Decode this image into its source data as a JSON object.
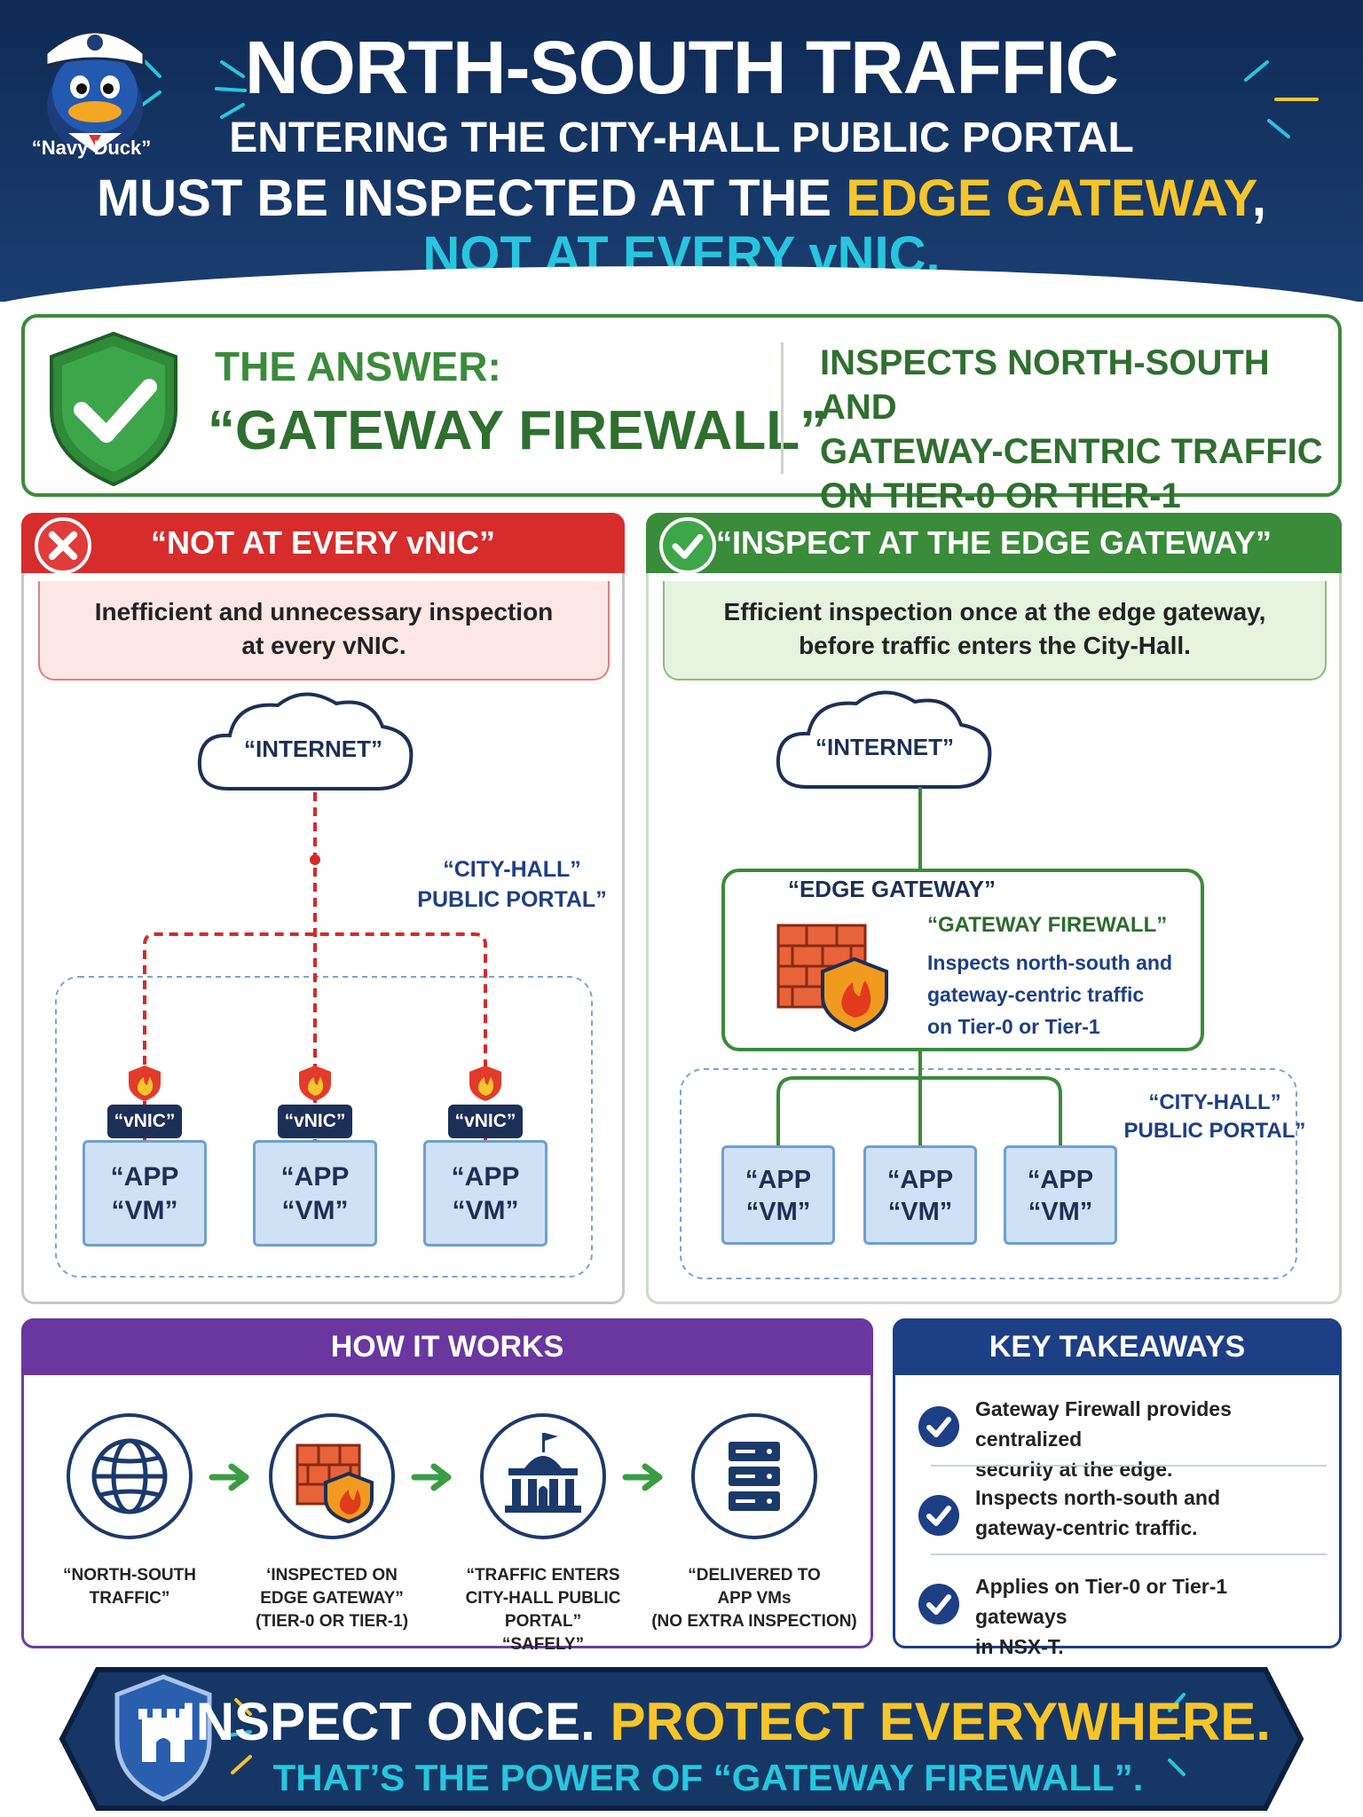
{
  "header": {
    "mascot_label": "“Navy Duck”",
    "title": "NORTH-SOUTH TRAFFIC",
    "subtitle_line1": "ENTERING THE CITY-HALL PUBLIC PORTAL",
    "subtitle_line2_a": "MUST BE INSPECTED AT THE ",
    "subtitle_line2_b": "EDGE GATEWAY",
    "subtitle_line2_c": ",",
    "subtitle_line3": "NOT AT EVERY vNIC."
  },
  "answer": {
    "kicker": "THE ANSWER:",
    "title": "“GATEWAY FIREWALL”",
    "desc_line1": "INSPECTS NORTH-SOUTH AND",
    "desc_line2": "GATEWAY-CENTRIC TRAFFIC",
    "desc_line3": "ON TIER-0 OR TIER-1"
  },
  "left_panel": {
    "heading": "“NOT AT EVERY vNIC”",
    "note_line1": "Inefficient and unnecessary inspection",
    "note_line2": "at every vNIC.",
    "internet": "“INTERNET”",
    "portal_line1": "“CITY-HALL”",
    "portal_line2": "PUBLIC PORTAL”",
    "vnic": "“vNIC”",
    "vm_line1": "“APP",
    "vm_line2": "“VM”"
  },
  "right_panel": {
    "heading": "“INSPECT AT THE EDGE GATEWAY”",
    "note_line1": "Efficient inspection once at the edge gateway,",
    "note_line2": "before traffic enters the City-Hall.",
    "internet": "“INTERNET”",
    "edge_title": "“EDGE GATEWAY”",
    "fw_title": "“GATEWAY FIREWALL”",
    "fw_line1": "Inspects north-south and",
    "fw_line2": "gateway-centric traffic",
    "fw_line3": "on Tier-0 or Tier-1",
    "portal_line1": "“CITY-HALL”",
    "portal_line2": "PUBLIC PORTAL”",
    "vm_line1": "“APP",
    "vm_line2": "“VM”"
  },
  "how": {
    "heading": "HOW IT WORKS",
    "steps": [
      {
        "icon": "globe-icon",
        "line1": "“NORTH-SOUTH",
        "line2": "TRAFFIC”",
        "line3": ""
      },
      {
        "icon": "firewall-icon",
        "line1": "‘INSPECTED ON",
        "line2": "EDGE GATEWAY”",
        "line3": "(TIER-0 OR TIER-1)"
      },
      {
        "icon": "city-hall-icon",
        "line1": "“TRAFFIC ENTERS",
        "line2": "CITY-HALL PUBLIC PORTAL”",
        "line3": "“SAFELY”"
      },
      {
        "icon": "server-icon",
        "line1": "“DELIVERED TO",
        "line2": "APP VMs",
        "line3": "(NO EXTRA INSPECTION)"
      }
    ]
  },
  "keys": {
    "heading": "KEY TAKEAWAYS",
    "items": [
      {
        "line1": "Gateway Firewall provides centralized",
        "line2": "security at the edge."
      },
      {
        "line1": "Inspects north-south and",
        "line2": "gateway-centric traffic."
      },
      {
        "line1": "Applies on Tier-0 or Tier-1 gateways",
        "line2": "in NSX-T."
      }
    ]
  },
  "footer": {
    "line1_a": "INSPECT ONCE. ",
    "line1_b": "PROTECT EVERYWHERE.",
    "line2": "THAT’S THE POWER OF “GATEWAY FIREWALL”."
  },
  "colors": {
    "navy": "#163766",
    "accent_yellow": "#f7c52b",
    "accent_cyan": "#27c6de",
    "bad_red": "#d62c2c",
    "good_green": "#3a8b3a",
    "purple": "#6a36a0"
  }
}
